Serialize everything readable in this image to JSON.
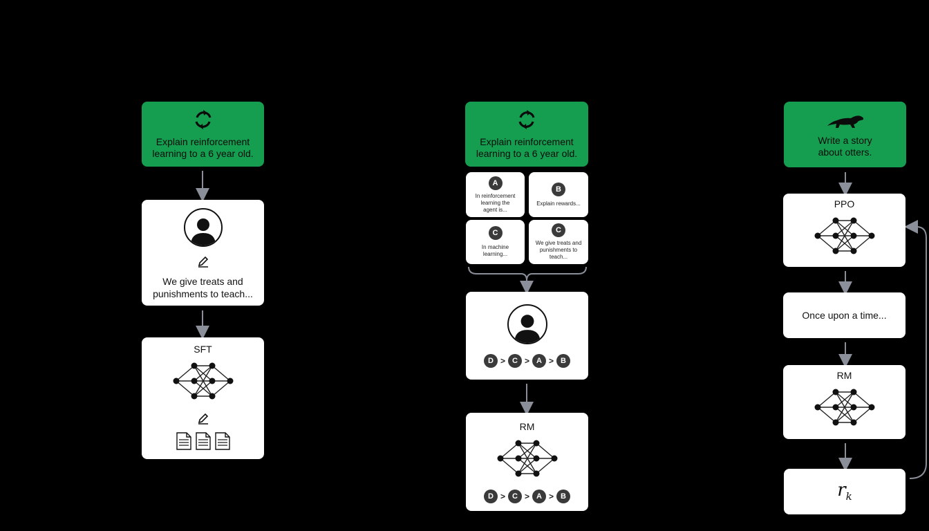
{
  "step1": {
    "prompt": "Explain reinforcement\nlearning to a 6 year old.",
    "demo_text": "We give treats and\npunishments to teach...",
    "model_label": "SFT"
  },
  "step2": {
    "prompt": "Explain reinforcement\nlearning to a 6 year old.",
    "outputs": [
      {
        "letter": "A",
        "text": "In reinforcement\nlearning the\nagent is..."
      },
      {
        "letter": "B",
        "text": "Explain rewards..."
      },
      {
        "letter": "C",
        "text": "In machine\nlearning..."
      },
      {
        "letter": "C",
        "text": "We give treats and\npunishments to\nteach..."
      }
    ],
    "ranking": [
      "D",
      "C",
      "A",
      "B"
    ],
    "ranking_sep": ">",
    "model_label": "RM",
    "model_ranking": [
      "D",
      "C",
      "A",
      "B"
    ]
  },
  "step3": {
    "prompt": "Write a story\nabout otters.",
    "policy_label": "PPO",
    "output_text": "Once upon a time...",
    "rm_label": "RM",
    "reward_symbol": "r",
    "reward_subscript": "k"
  },
  "colors": {
    "green": "#159e4f",
    "arrow": "#8a8f99",
    "badge": "#3a3a3a"
  }
}
